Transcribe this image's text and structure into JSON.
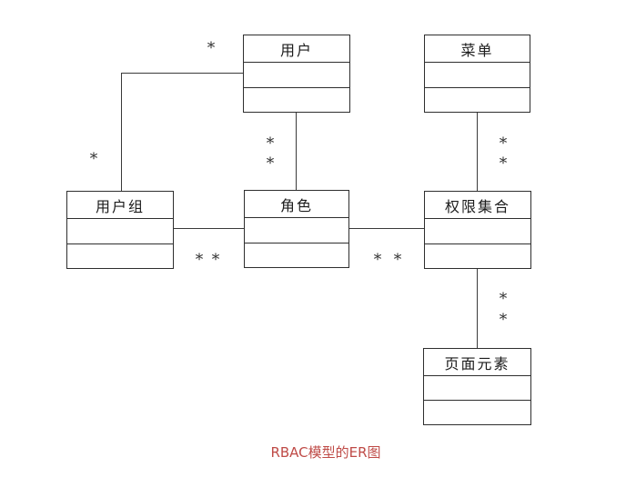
{
  "caption": {
    "text": "RBAC模型的ER图",
    "color": "#bf4b47"
  },
  "symbols": {
    "many": "*"
  },
  "entities": [
    {
      "label": "用户"
    },
    {
      "label": "菜单"
    },
    {
      "label": "用户组"
    },
    {
      "label": "角色"
    },
    {
      "label": "权限集合"
    },
    {
      "label": "页面元素"
    }
  ],
  "relationships": [
    {
      "from": "用户组",
      "to": "用户",
      "from_cardinality": "*",
      "to_cardinality": "*"
    },
    {
      "from": "用户",
      "to": "角色",
      "cardinality": "* *"
    },
    {
      "from": "菜单",
      "to": "权限集合",
      "cardinality": "* *"
    },
    {
      "from": "用户组",
      "to": "角色",
      "cardinality": "* *"
    },
    {
      "from": "角色",
      "to": "权限集合",
      "cardinality": "* *"
    },
    {
      "from": "权限集合",
      "to": "页面元素",
      "cardinality": "* *"
    }
  ],
  "colors": {
    "background": "#ffffff",
    "line": "#3a3a3a",
    "border": "#2e2e2e",
    "caption": "#bf4b47"
  }
}
